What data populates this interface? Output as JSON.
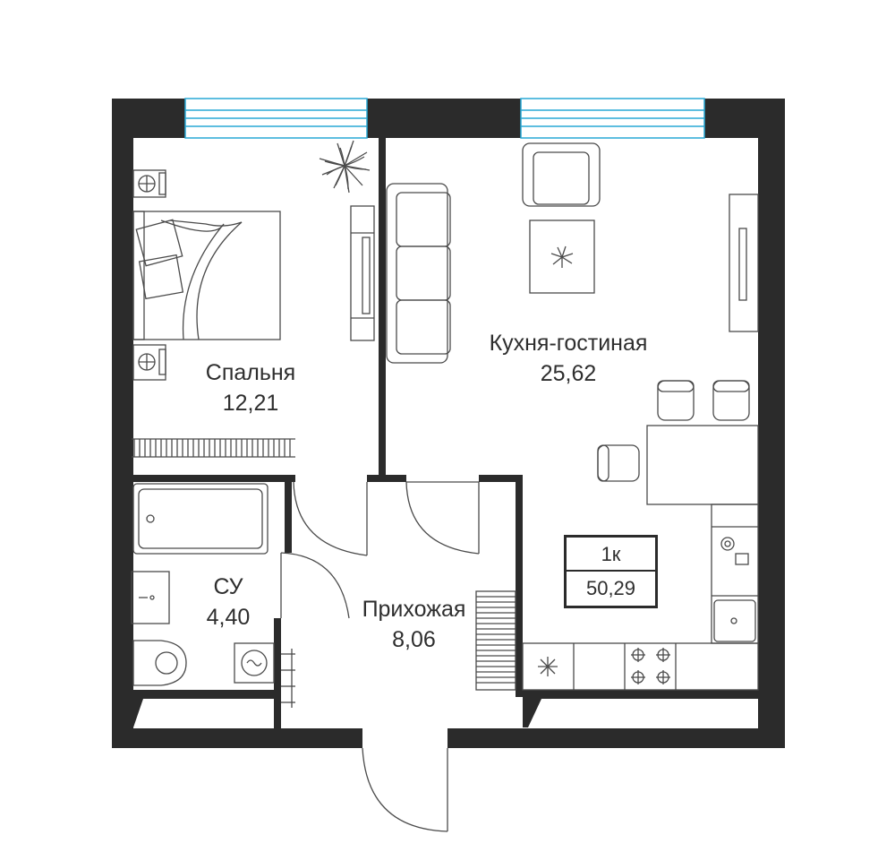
{
  "rooms": [
    {
      "id": "bedroom",
      "name": "Спальня",
      "area": "12,21"
    },
    {
      "id": "kitchen-living",
      "name": "Кухня-гостиная",
      "area": "25,62"
    },
    {
      "id": "bathroom",
      "name": "СУ",
      "area": "4,40"
    },
    {
      "id": "hallway",
      "name": "Прихожая",
      "area": "8,06"
    }
  ],
  "summary": {
    "rooms_count": "1к",
    "total_area": "50,29"
  },
  "colors": {
    "wall": "#2b2b2b",
    "furniture_stroke": "#4a4a4a",
    "window": "#29a9d6"
  }
}
